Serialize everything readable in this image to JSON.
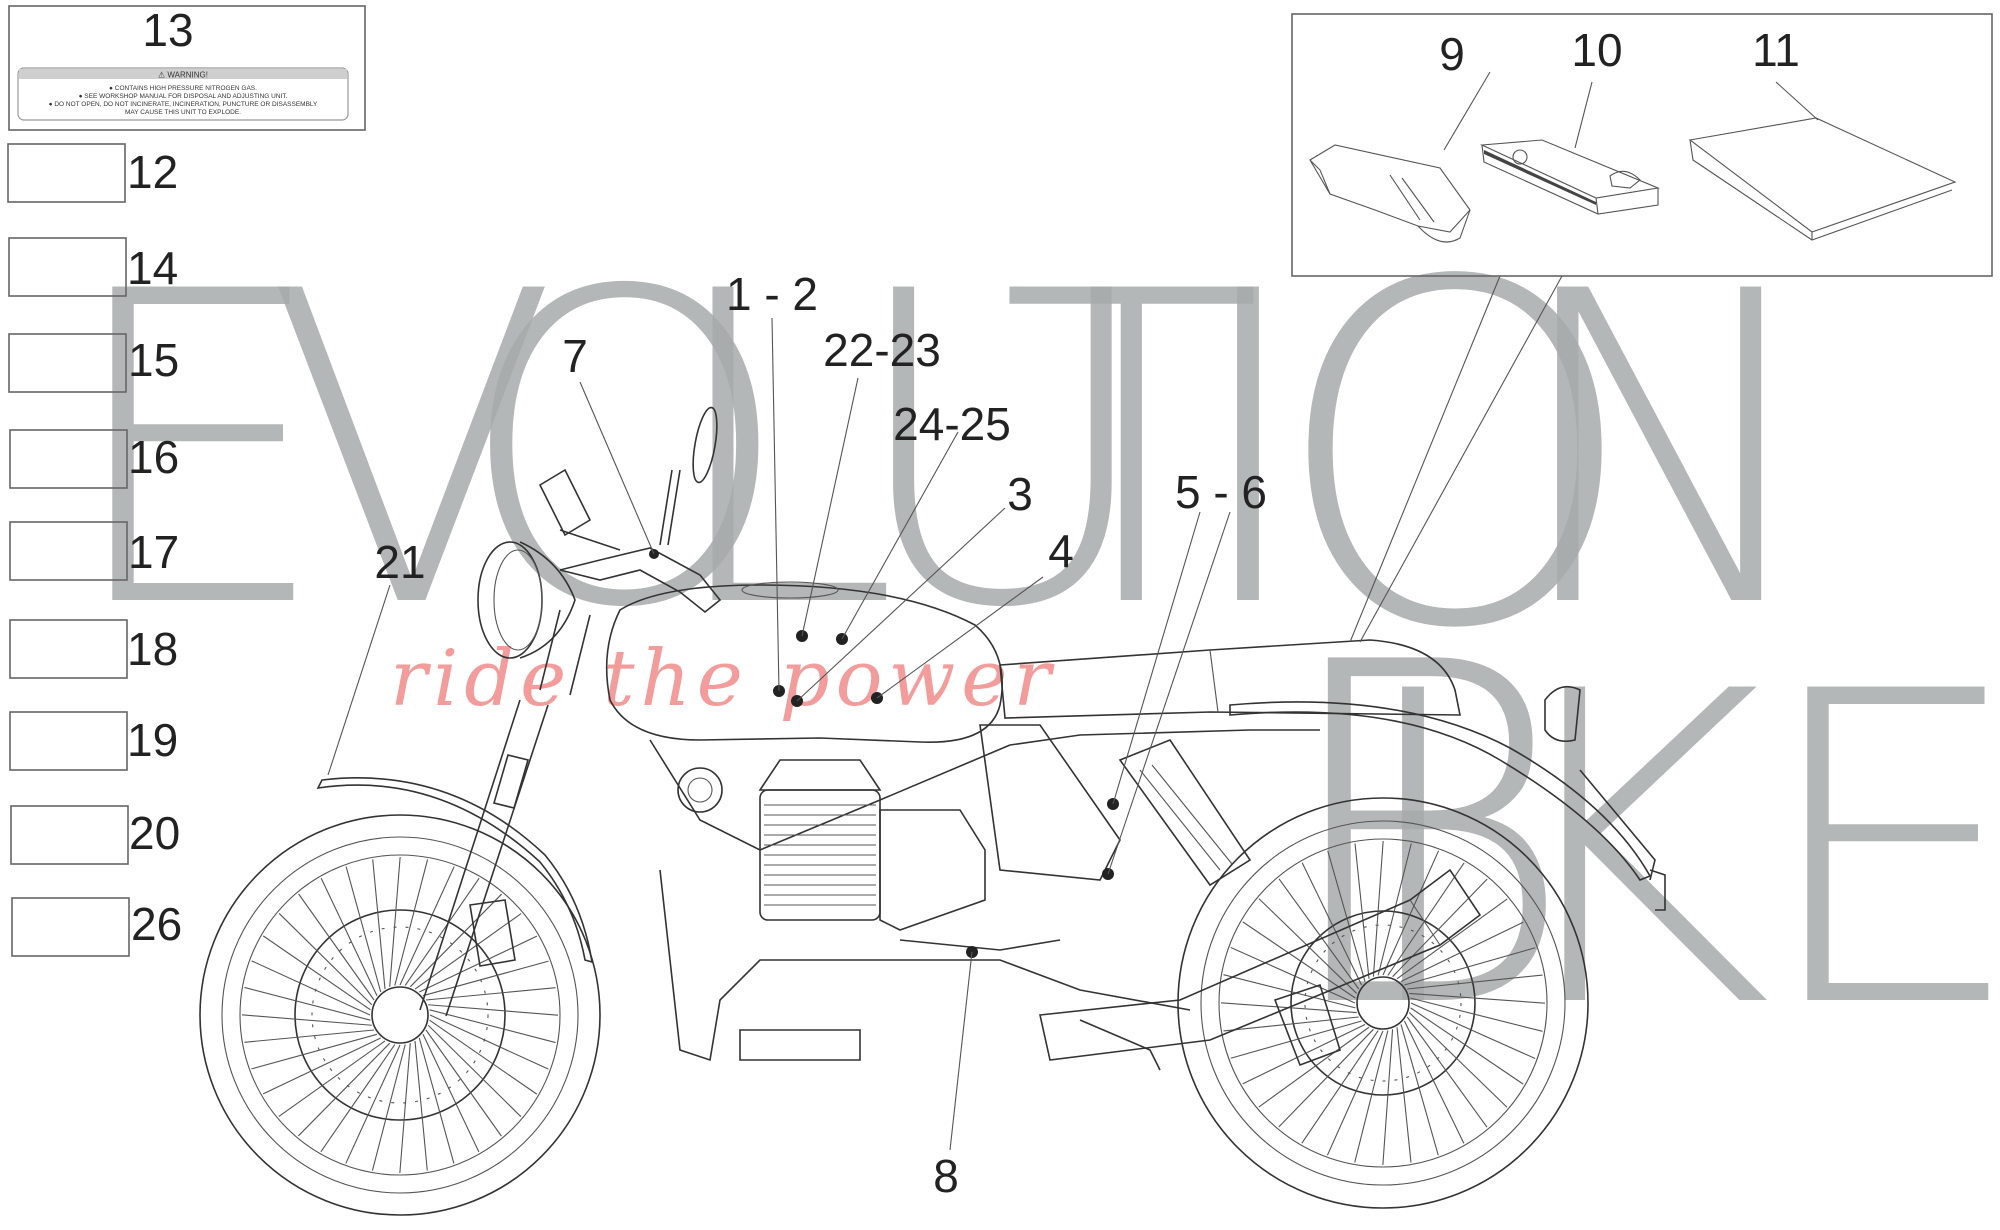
{
  "watermark": {
    "letters": [
      "E",
      "V",
      "O",
      "L",
      "U",
      "T",
      "I",
      "O",
      "N",
      "B",
      "I",
      "K",
      "E"
    ],
    "tagline": "ride the power",
    "colors": {
      "letters": "#a7abab",
      "tagline": "#f28b8b"
    }
  },
  "warning_label": {
    "number": "13",
    "title": "⚠ WARNING!",
    "lines": [
      "● CONTAINS HIGH PRESSURE NITROGEN GAS.",
      "● SEE WORKSHOP MANUAL FOR DISPOSAL AND ADJUSTING UNIT.",
      "● DO NOT OPEN, DO NOT INCINERATE, INCINERATION, PUNCTURE OR DISASSEMBLY",
      "MAY CAUSE THIS UNIT TO EXPLODE."
    ]
  },
  "sticker_boxes": [
    "12",
    "14",
    "15",
    "16",
    "17",
    "18",
    "19",
    "20",
    "26"
  ],
  "kit_box": {
    "items": [
      "9",
      "10",
      "11"
    ]
  },
  "callouts": {
    "c1_2": "1 - 2",
    "c22_23": "22-23",
    "c24_25": "24-25",
    "c3": "3",
    "c4": "4",
    "c5_6": "5 - 6",
    "c7": "7",
    "c8": "8",
    "c21": "21"
  }
}
